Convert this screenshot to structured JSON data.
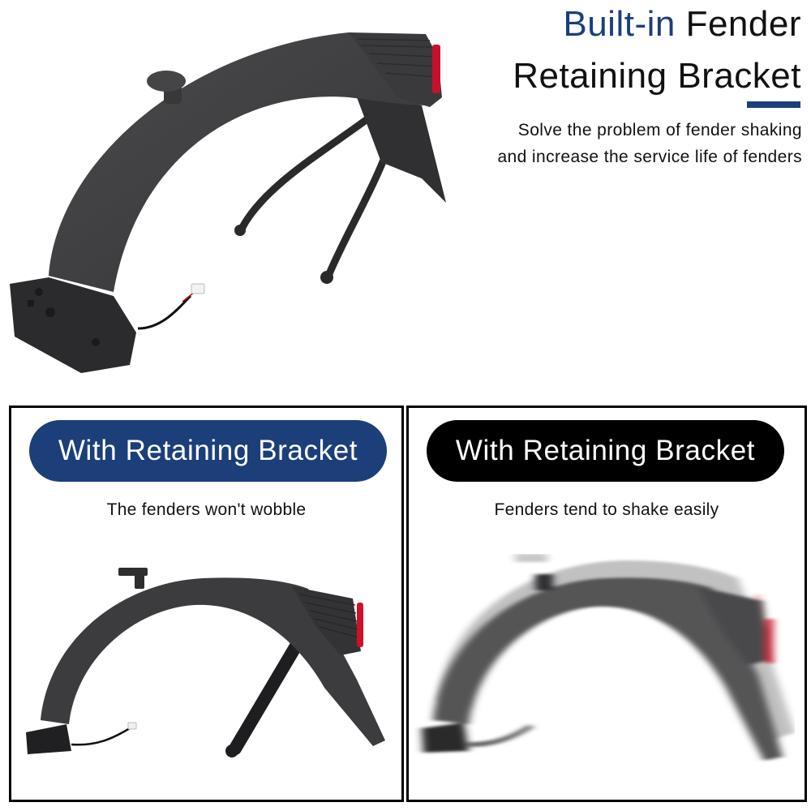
{
  "header": {
    "title_line1_accent": "Built-in",
    "title_line1_rest": " Fender",
    "title_line2": "Retaining Bracket",
    "subtitle_line1": "Solve the problem of fender shaking",
    "subtitle_line2": "and increase the service life of fenders"
  },
  "colors": {
    "accent": "#1c3f7a",
    "fender": "#3d3d3f",
    "taillight": "#d0102a",
    "pill_dark": "#000000"
  },
  "panels": [
    {
      "pill_label": "With Retaining Bracket",
      "caption": "The fenders won't wobble",
      "image": "fender-with-bracket"
    },
    {
      "pill_label": "With Retaining Bracket",
      "caption": "Fenders tend to shake easily",
      "image": "fender-shaking-blurred"
    }
  ],
  "hero": {
    "image": "fender-with-bracket-3d-view"
  }
}
